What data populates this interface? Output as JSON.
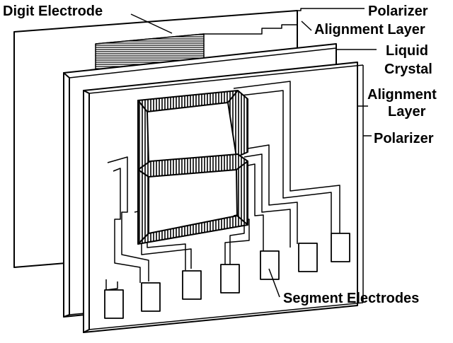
{
  "labels": {
    "digit_electrode": "Digit Electrode",
    "polarizer_top": "Polarizer",
    "alignment_layer_top": "Alignment Layer",
    "liquid_line1": "Liquid",
    "liquid_line2": "Crystal",
    "alignment_line1": "Alignment",
    "alignment_line2": "Layer",
    "polarizer_bottom": "Polarizer",
    "segment_electrodes": "Segment Electrodes"
  },
  "colors": {
    "ink": "#000000",
    "paper": "#ffffff"
  }
}
